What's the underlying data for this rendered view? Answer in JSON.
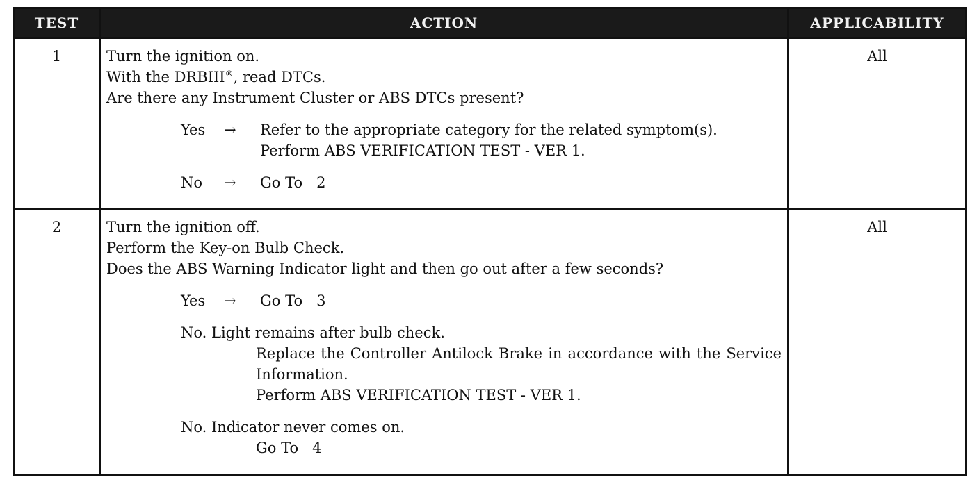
{
  "header": {
    "test": "TEST",
    "action": "ACTION",
    "applicability": "APPLICABILITY"
  },
  "rows": [
    {
      "test": "1",
      "applicability": "All",
      "lines": [
        "Turn the ignition on.",
        "With the DRBIII",
        "Are there any Instrument Cluster or ABS DTCs present?"
      ],
      "registered_mark": "®",
      "line2_suffix": ", read DTCs.",
      "answers": {
        "yes_label": "Yes",
        "yes_arrow": "→",
        "yes_lines": [
          "Refer to the appropriate category for the related symptom(s).",
          "Perform ABS VERIFICATION TEST - VER 1."
        ],
        "no_label": "No",
        "no_arrow": "→",
        "no_text": "Go To   2"
      }
    },
    {
      "test": "2",
      "applicability": "All",
      "lines": [
        "Turn the ignition off.",
        "Perform the Key-on Bulb Check.",
        "Does the ABS Warning Indicator light and then go out after a few seconds?"
      ],
      "answers": {
        "yes_label": "Yes",
        "yes_arrow": "→",
        "yes_text": "Go To   3",
        "no1_label": "No. Light remains after bulb check.",
        "no1_lines": [
          "Replace the Controller Antilock Brake in accordance with the Service Information.",
          "Perform ABS VERIFICATION TEST - VER 1."
        ],
        "no2_label": "No. Indicator never comes on.",
        "no2_text": "Go To   4"
      }
    }
  ]
}
